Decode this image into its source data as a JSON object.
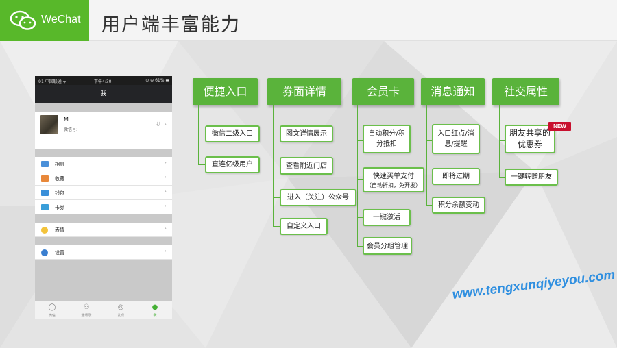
{
  "header": {
    "brand": "WeChat",
    "title": "用户端丰富能力"
  },
  "phone": {
    "status": {
      "carrier": "-91 中国联通 ᯤ",
      "time": "下午4:30",
      "battery": "⊙ ⊕ 61% ▬"
    },
    "nav_title": "我",
    "profile": {
      "name": "M",
      "wxid": "微信号:",
      "qr": "ꀀ"
    },
    "menu": [
      {
        "label": "相册",
        "color": "#4a90d9"
      },
      {
        "label": "收藏",
        "color": "#e8883a"
      },
      {
        "label": "钱包",
        "color": "#3a8fd9"
      },
      {
        "label": "卡券",
        "color": "#3a9ed9"
      },
      {
        "label": "表情",
        "color": "#f3c33b"
      },
      {
        "label": "设置",
        "color": "#3a7fd0"
      }
    ],
    "tabs": [
      "微信",
      "通讯录",
      "发现",
      "我"
    ]
  },
  "categories": [
    {
      "label": "便捷入口",
      "items": [
        "微信二级入口",
        "直连亿级用户"
      ]
    },
    {
      "label": "券面详情",
      "items": [
        "图文详情展示",
        "查看附近门店",
        "进入（关注）公众号",
        "自定义入口"
      ]
    },
    {
      "label": "会员卡",
      "items": [
        "自动积分/积分抵扣",
        "快速买单支付",
        "一键激活",
        "会员分组管理"
      ],
      "item_note": "（自动折扣，免开发）"
    },
    {
      "label": "消息通知",
      "items": [
        "入口红点/消息/提醒",
        "即将过期",
        "积分余额变动"
      ]
    },
    {
      "label": "社交属性",
      "items": [
        "朋友共享的优惠券",
        "一键转赠朋友"
      ]
    }
  ],
  "badge": "NEW",
  "url": "www.tengxunqiyeyou.com",
  "colors": {
    "brand_green": "#58b82a",
    "node_green": "#5ab33b",
    "badge_red": "#c8102e",
    "url_blue": "#2f8fe0"
  }
}
